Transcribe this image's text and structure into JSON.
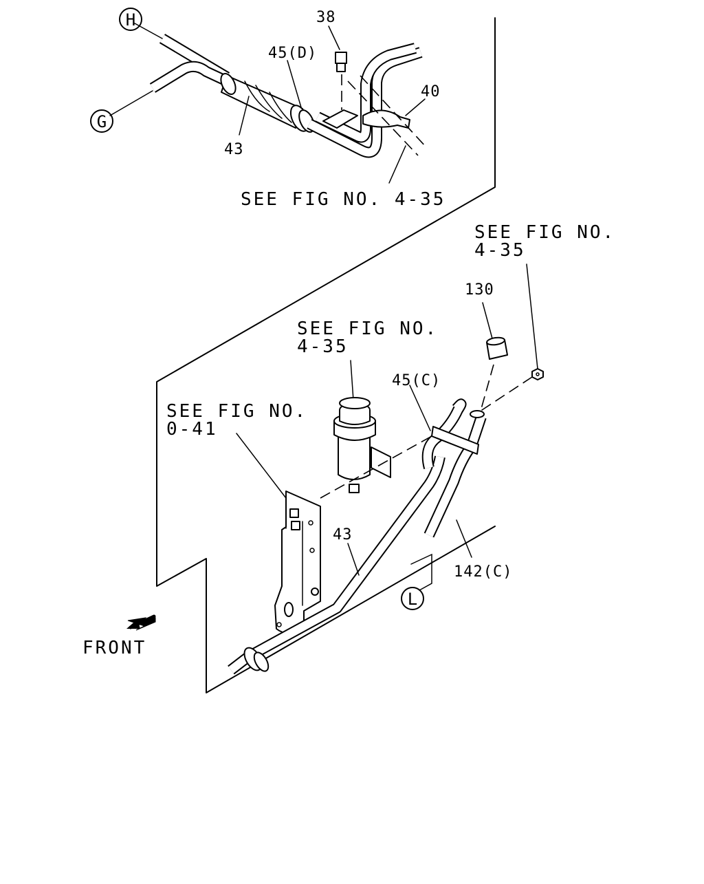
{
  "diagram": {
    "callouts": {
      "bolt": "38",
      "clamp_d": "45(D)",
      "clip": "40",
      "hose_top": "43",
      "hose_bottom": "43",
      "cap": "130",
      "clamp_c": "45(C)",
      "pipe": "142(C)"
    },
    "references": {
      "top_pipe_ref": "SEE FIG NO. 4-35",
      "right_ref_line1": "SEE FIG NO.",
      "right_ref_line2": "4-35",
      "reservoir_ref_line1": "SEE FIG NO.",
      "reservoir_ref_line2": "4-35",
      "bracket_ref_line1": "SEE FIG NO.",
      "bracket_ref_line2": "0-41"
    },
    "connectors": {
      "h": "H",
      "g": "G",
      "l": "L"
    },
    "direction_label": "FRONT"
  }
}
